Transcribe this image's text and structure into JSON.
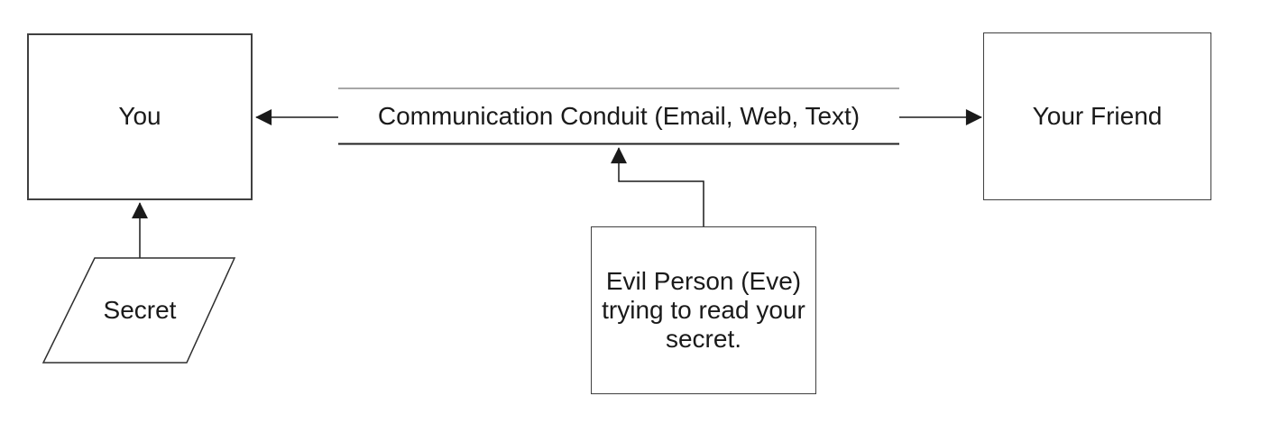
{
  "diagram": {
    "type": "flow-diagram",
    "description_topic": "eavesdropping on a communication channel",
    "nodes": {
      "you": {
        "label": "You",
        "shape": "rectangle"
      },
      "your_friend": {
        "label": "Your Friend",
        "shape": "rectangle"
      },
      "secret": {
        "label": "Secret",
        "shape": "parallelogram"
      },
      "eve": {
        "label": "Evil Person (Eve) trying to read your secret.",
        "shape": "rectangle"
      },
      "conduit": {
        "label": "Communication Conduit (Email, Web, Text)",
        "shape": "open-channel"
      }
    },
    "edges": [
      {
        "from": "conduit",
        "to": "you",
        "style": "straight-arrow"
      },
      {
        "from": "conduit",
        "to": "your_friend",
        "style": "straight-arrow"
      },
      {
        "from": "secret",
        "to": "you",
        "style": "straight-arrow"
      },
      {
        "from": "eve",
        "to": "conduit",
        "style": "elbow-arrow"
      }
    ],
    "colors": {
      "background": "#ffffff",
      "box_border": "#404040",
      "arrow_line": "#1a1a1a",
      "conduit_top_line": "#8a8a8a",
      "conduit_bottom_line": "#222222",
      "text": "#1a1a1a"
    }
  }
}
